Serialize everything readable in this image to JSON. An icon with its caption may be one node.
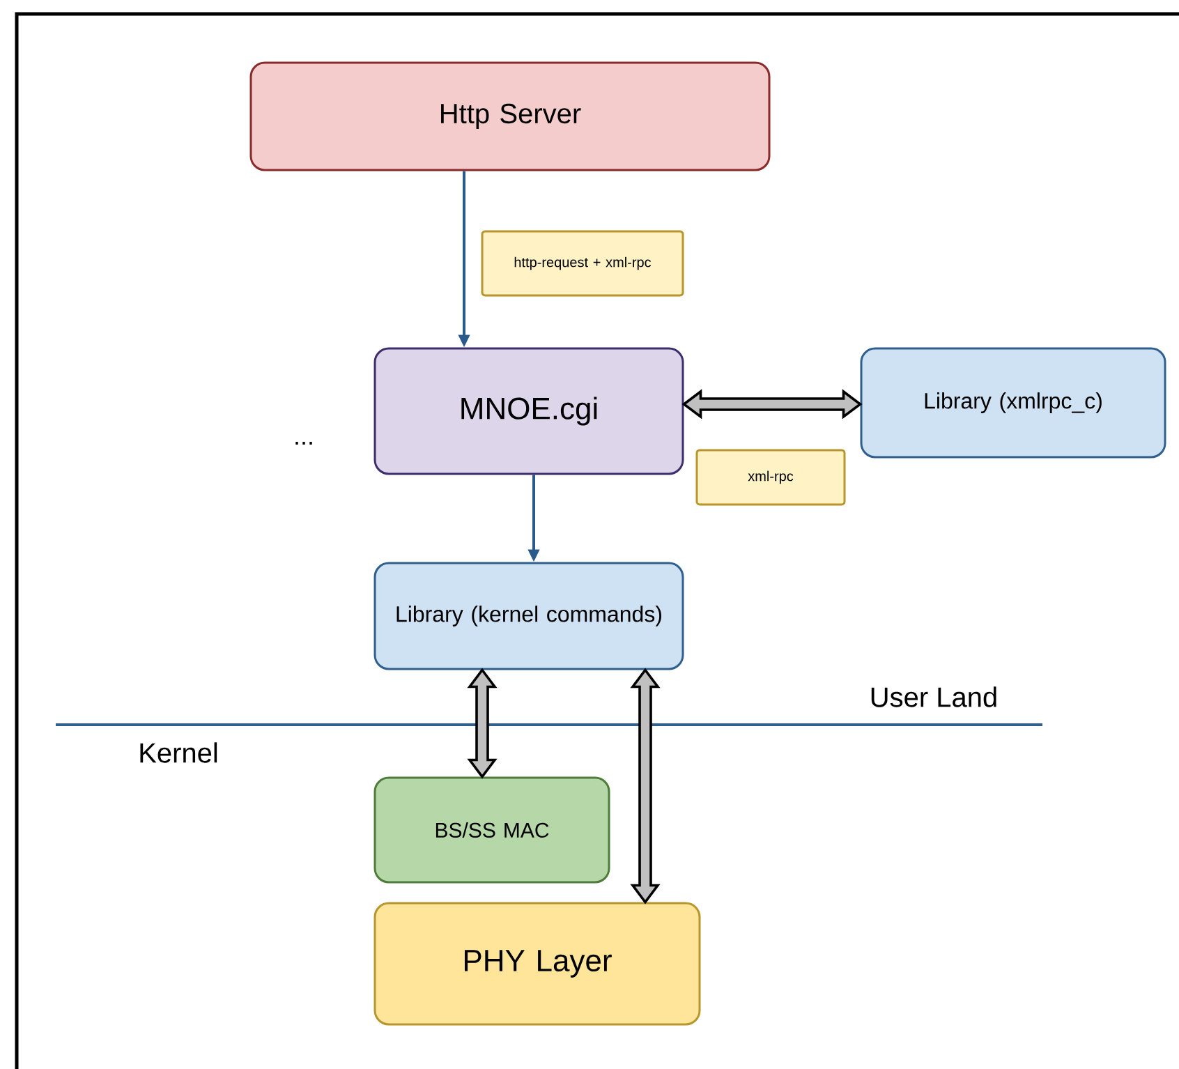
{
  "diagram": {
    "nodes": [
      {
        "text": [
          "Http Server"
        ]
      },
      {
        "text": [
          "http-request + xml-rpc"
        ]
      },
      {
        "text": [
          "MNOE.cgi"
        ]
      },
      {
        "text": [
          "Library (xmlrpc_c)"
        ]
      },
      {
        "text": [
          "xml-rpc"
        ]
      },
      {
        "text": [
          "Library (kernel commands)"
        ]
      },
      {
        "text": [
          "BS/SS MAC"
        ]
      },
      {
        "text": [
          "PHY Layer"
        ]
      }
    ],
    "edges": [
      {
        "from": 0,
        "to": 2,
        "arrow": "to"
      },
      {
        "from": 2,
        "to": 3,
        "arrow": "both",
        "style": "thick",
        "color": "#c0c0c0"
      },
      {
        "from": 2,
        "to": 5,
        "arrow": "to"
      },
      {
        "from": 5,
        "to": 6,
        "arrow": "both",
        "style": "thick",
        "color": "#c0c0c0"
      },
      {
        "from": 5,
        "to": 7,
        "arrow": "both",
        "style": "thick",
        "color": "#c0c0c0"
      }
    ],
    "labels": [
      "...",
      "User Land",
      "Kernel"
    ]
  }
}
